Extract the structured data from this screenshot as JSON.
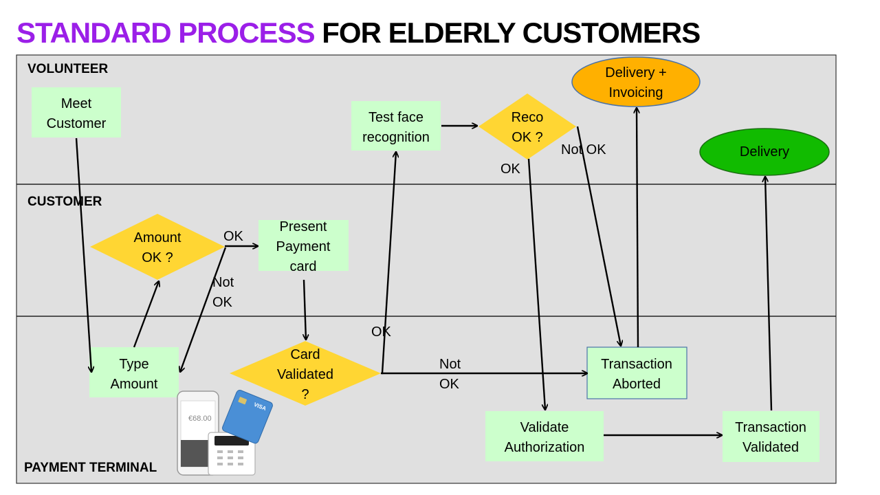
{
  "title": {
    "accent": "STANDARD PROCESS",
    "rest": " FOR ELDERLY CUSTOMERS"
  },
  "colors": {
    "title_accent": "#9b1fe8",
    "process_box": "#ccffcc",
    "decision": "#ffd633",
    "terminal_orange": "#ffb000",
    "terminal_green": "#11bb00",
    "lane_background": "#e0e0e0"
  },
  "lanes": {
    "volunteer": "VOLUNTEER",
    "customer": "CUSTOMER",
    "payment_terminal": "PAYMENT TERMINAL"
  },
  "nodes": {
    "meet_customer": [
      "Meet",
      "Customer"
    ],
    "amount_ok": [
      "Amount",
      "OK ?"
    ],
    "present_payment_card": [
      "Present",
      "Payment",
      "card"
    ],
    "type_amount": [
      "Type",
      "Amount"
    ],
    "card_validated": [
      "Card",
      "Validated",
      "?"
    ],
    "test_face_recognition": [
      "Test face",
      "recognition"
    ],
    "reco_ok": [
      "Reco",
      "OK ?"
    ],
    "delivery_invoicing": [
      "Delivery +",
      "Invoicing"
    ],
    "delivery": [
      "Delivery"
    ],
    "transaction_aborted": [
      "Transaction",
      "Aborted"
    ],
    "validate_authorization": [
      "Validate",
      "Authorization"
    ],
    "transaction_validated": [
      "Transaction",
      "Validated"
    ]
  },
  "edge_labels": {
    "amount_ok": "OK",
    "amount_not_ok": [
      "Not",
      "OK"
    ],
    "card_ok": "OK",
    "card_not_ok": [
      "Not",
      "OK"
    ],
    "reco_ok": "OK",
    "reco_not_ok": "Not OK"
  },
  "terminal_image": {
    "amount_display": "€68.00",
    "card_brand": "VISA"
  }
}
